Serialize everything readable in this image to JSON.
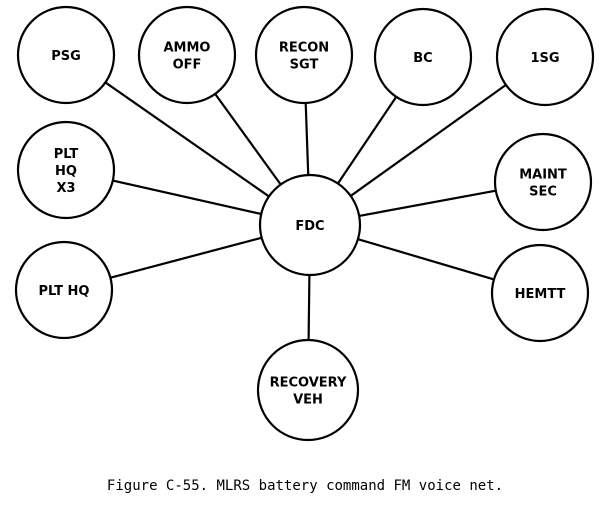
{
  "diagram": {
    "hub": "FDC",
    "nodes": [
      {
        "id": "psg",
        "lines": [
          "PSG"
        ]
      },
      {
        "id": "ammo-off",
        "lines": [
          "AMMO",
          "OFF"
        ]
      },
      {
        "id": "recon-sgt",
        "lines": [
          "RECON",
          "SGT"
        ]
      },
      {
        "id": "bc",
        "lines": [
          "BC"
        ]
      },
      {
        "id": "1sg",
        "lines": [
          "1SG"
        ]
      },
      {
        "id": "plt-hq-x3",
        "lines": [
          "PLT",
          "HQ",
          "X3"
        ]
      },
      {
        "id": "maint-sec",
        "lines": [
          "MAINT",
          "SEC"
        ]
      },
      {
        "id": "plt-hq",
        "lines": [
          "PLT HQ"
        ]
      },
      {
        "id": "hemtt",
        "lines": [
          "HEMTT"
        ]
      },
      {
        "id": "recovery-veh",
        "lines": [
          "RECOVERY",
          "VEH"
        ]
      }
    ]
  },
  "caption": "Figure C-55. MLRS battery command FM voice net."
}
